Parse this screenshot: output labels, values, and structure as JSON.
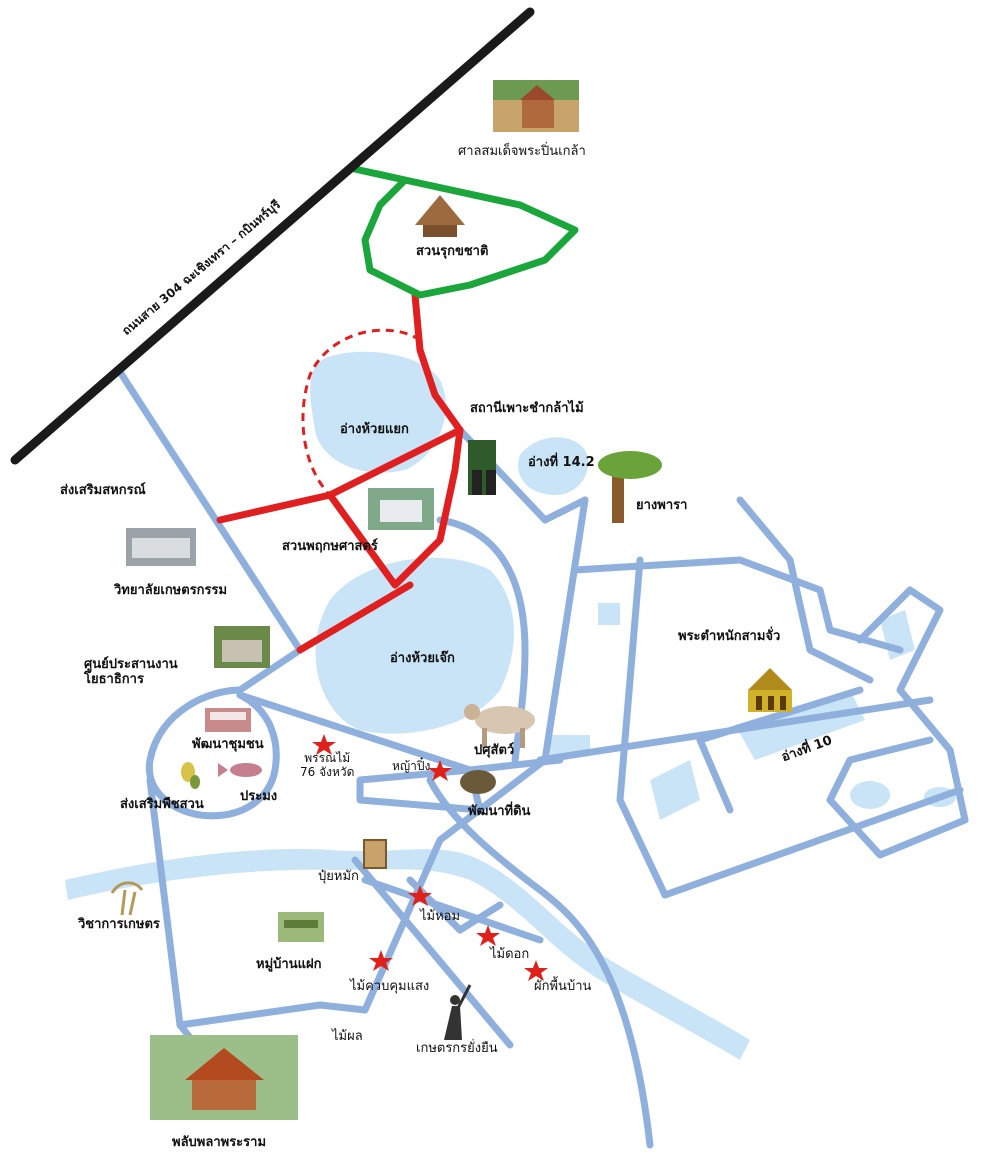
{
  "labels": {
    "highway": "ถนนสาย 304 ฉะเชิงเทรา – กบินทร์บุรี",
    "sala": "ศาลสมเด็จพระปิ่นเกล้า",
    "suan_rukkha": "สวนรุกขชาติ",
    "reservoir_yaek": "อ่างห้วยแยก",
    "nursery": "สถานีเพาะชำกล้าไม้",
    "reservoir_142": "อ่างที่ 14.2",
    "rubber": "ยางพารา",
    "cooperative": "ส่งเสริมสหกรณ์",
    "botanical": "สวนพฤกษศาสตร์",
    "college": "วิทยาลัยเกษตรกรรม",
    "coordination": "ศูนย์ประสานงาน\nโยธาธิการ",
    "reservoir_chek": "อ่างห้วยเจ๊ก",
    "palace": "พระตำหนักสามจั่ว",
    "reservoir_10": "อ่างที่ 10",
    "community": "พัฒนาชุมชน",
    "trees76": "พรรณไม้\n76 จังหวัด",
    "herbs": "หญ้าปิ๋ง",
    "livestock": "ปศุสัตว์",
    "fishery": "ประมง",
    "horticulture": "ส่งเสริมพืชสวน",
    "land_dev": "พัฒนาที่ดิน",
    "compost": "ปุ๋ยหมัก",
    "fragrant": "ไม้หอม",
    "agri_academic": "วิชาการเกษตร",
    "flowers": "ไม้ดอก",
    "fruit_trees": "ไม้ผล",
    "vegetables": "ผักพื้นบ้าน",
    "shade_plants": "ไม้ควบคุมแสง",
    "pavilion": "พลับพลาพระราม",
    "village": "หมู่บ้านแฝก",
    "self_farmer": "เกษตรกรยั่งยืน"
  },
  "colors": {
    "road": "#8fb0dd",
    "water": "#c9e4f7",
    "red_route": "#e02020",
    "green_route": "#1aa63a",
    "highway": "#1a1a1a",
    "star": "#e0201a"
  },
  "icons": [
    "house-photo-icon",
    "hut-icon",
    "plant-pots-icon",
    "tree-icon",
    "building-photo-icon",
    "thai-pavilion-icon",
    "cow-icon",
    "banner-icon",
    "fish-icon",
    "fruit-icon",
    "soil-icon",
    "compost-icon",
    "palm-icon",
    "grass-icon",
    "farmer-icon",
    "star-icon"
  ]
}
